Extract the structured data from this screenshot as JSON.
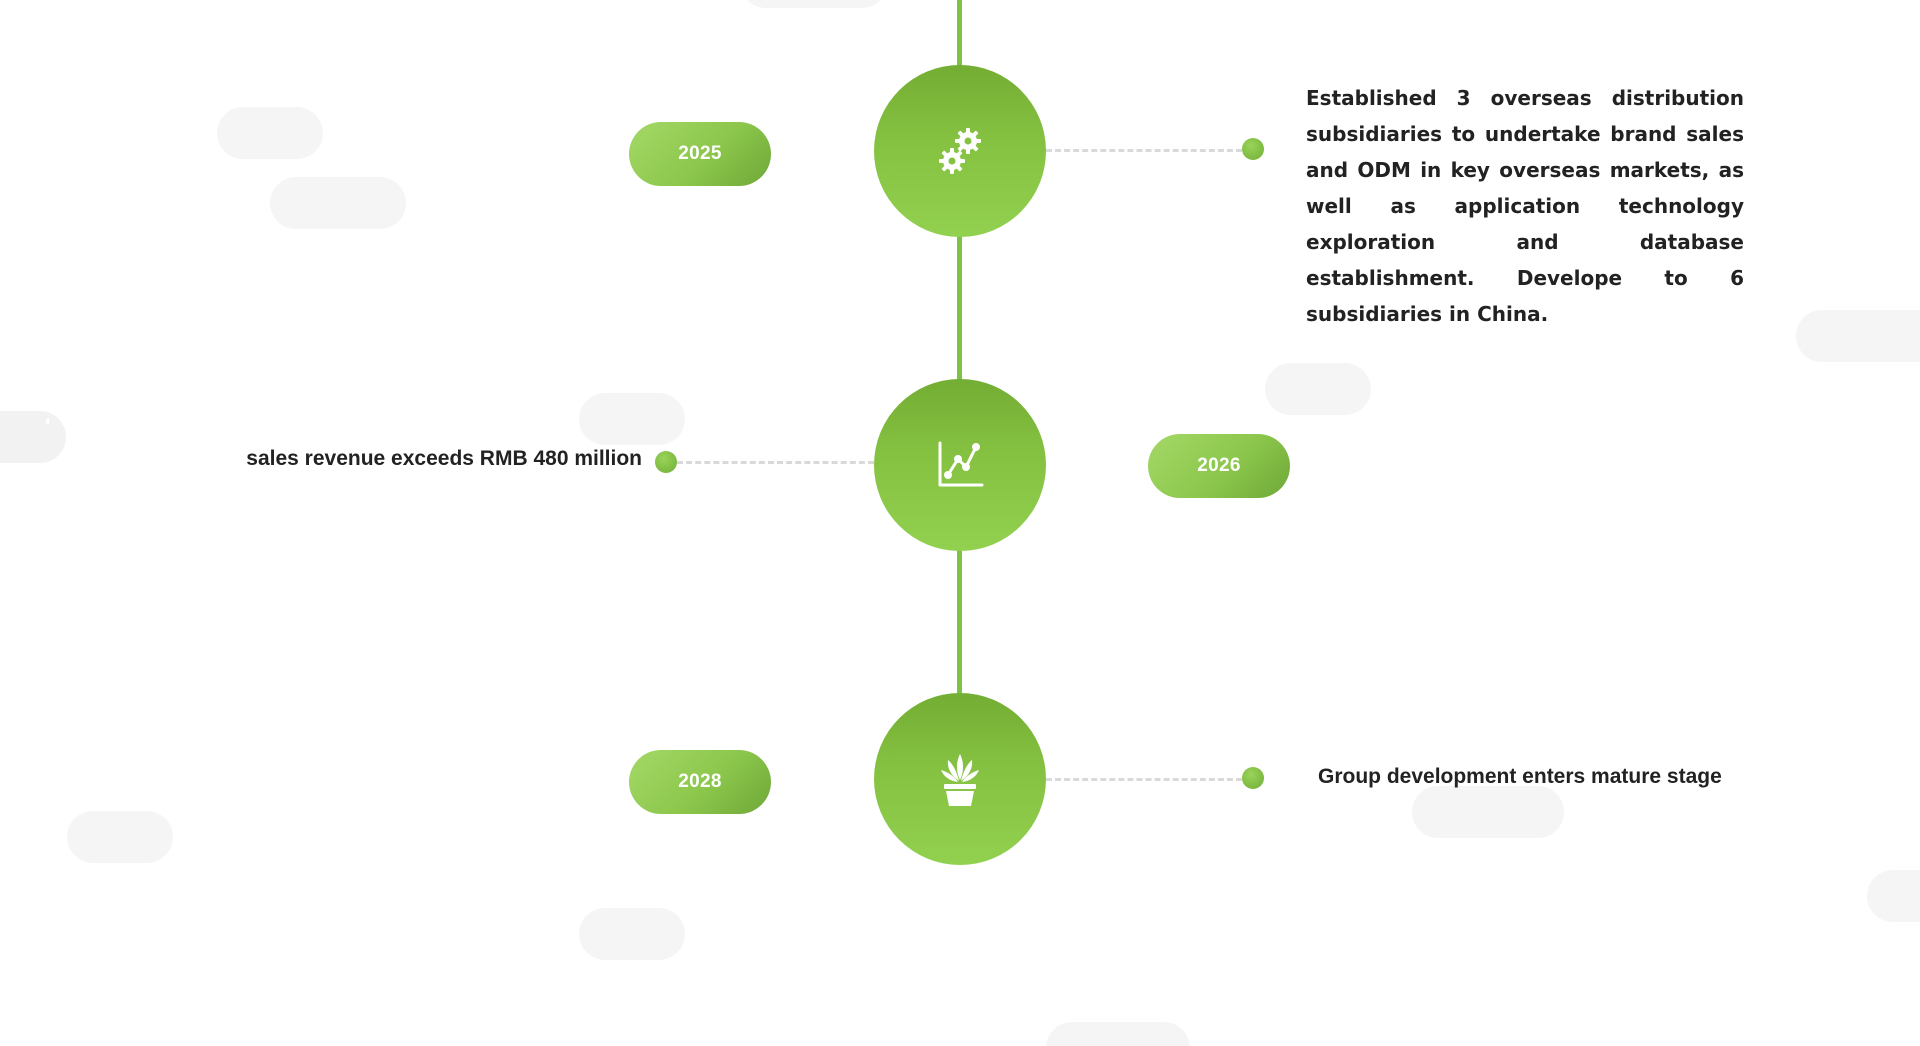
{
  "timeline": {
    "milestones": [
      {
        "year": "2025",
        "icon": "gears-icon",
        "description": "Established 3 overseas distribution subsidiaries to undertake brand sales and ODM in key overseas markets, as well as application technology exploration and database establishment. Develope to 6 subsidiaries in China."
      },
      {
        "year": "2026",
        "icon": "growth-chart-icon",
        "description": "sales revenue exceeds RMB 480 million"
      },
      {
        "year": "2028",
        "icon": "potted-plant-icon",
        "description": "Group development enters mature stage"
      }
    ]
  },
  "colors": {
    "accent": "#86c242",
    "accent_dark": "#73ad33",
    "accent_light": "#a4d867",
    "text": "#222222",
    "connector": "#d9d9d9",
    "background_pill": "#f5f5f5"
  }
}
